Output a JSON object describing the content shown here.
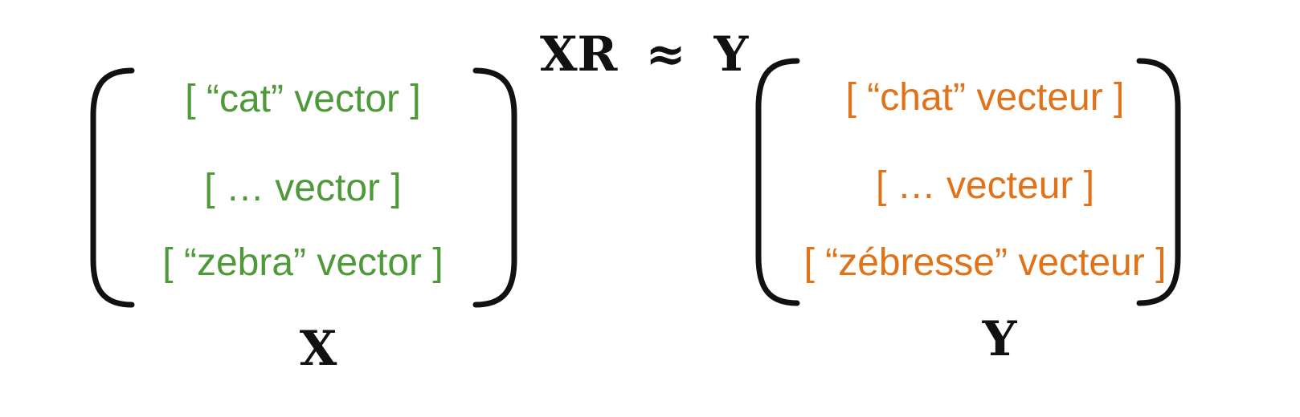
{
  "equation": {
    "lhs": "XR",
    "approx": "≈",
    "rhs": "Y"
  },
  "matrix_x": {
    "label": "X",
    "color": "#4e9a3b",
    "rows": [
      "[ “cat” vector ]",
      "[ … vector ]",
      "[ “zebra” vector ]"
    ]
  },
  "matrix_y": {
    "label": "Y",
    "color": "#e0731a",
    "rows": [
      "[ “chat” vecteur ]",
      "[ … vecteur ]",
      "[ “zébresse” vecteur ]"
    ]
  }
}
